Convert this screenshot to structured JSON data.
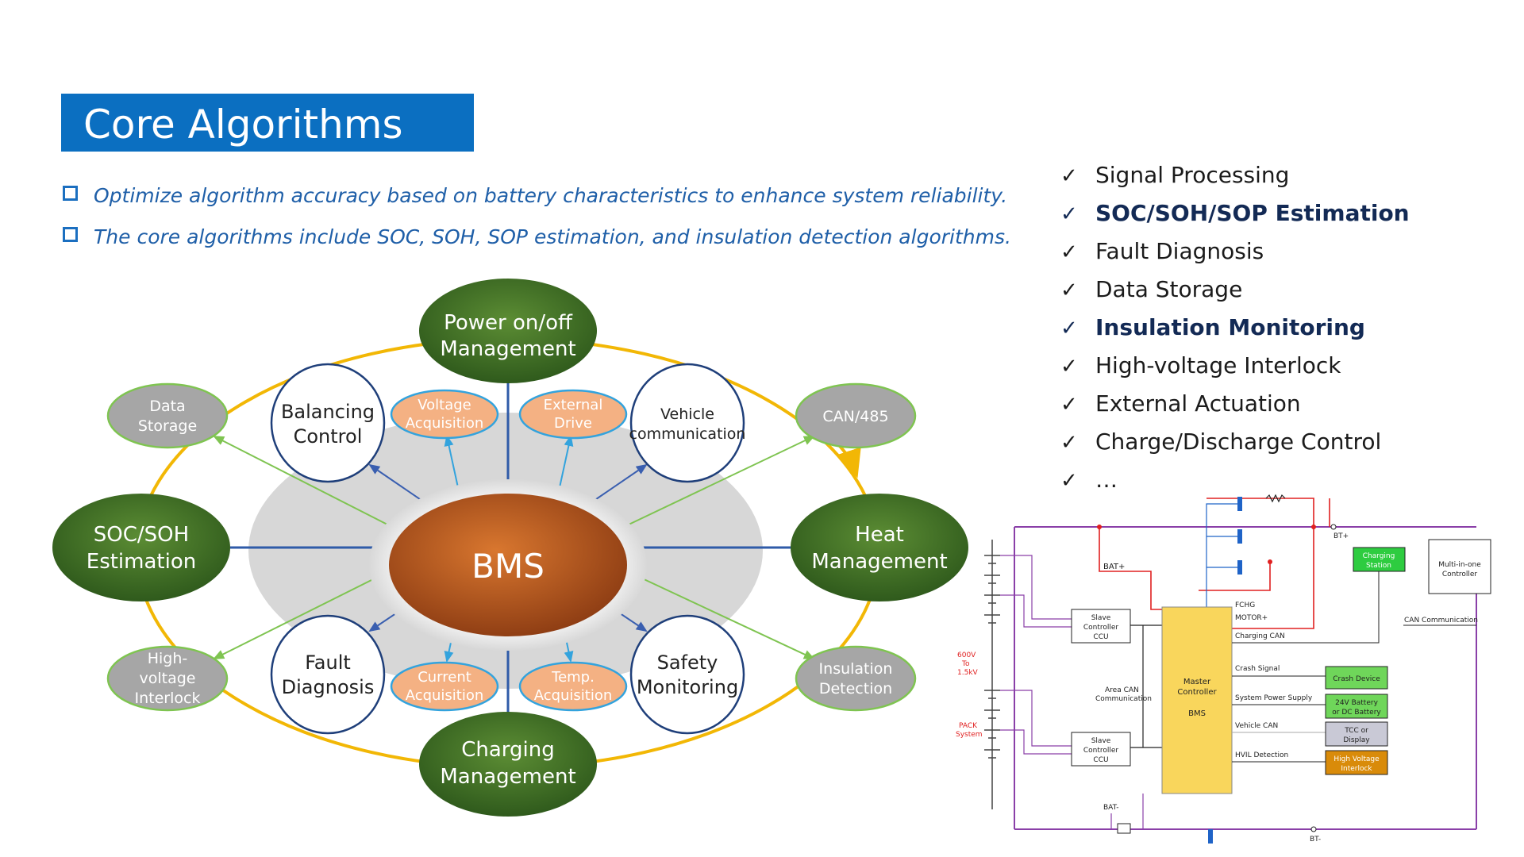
{
  "slide": {
    "title": "Core Algorithms",
    "bullets": [
      "Optimize algorithm accuracy based on battery characteristics to enhance system reliability.",
      "The core algorithms include SOC, SOH, SOP estimation, and insulation detection algorithms."
    ]
  },
  "checklist": {
    "mark": "✓",
    "items": [
      {
        "label": "Signal Processing",
        "bold": false
      },
      {
        "label": "SOC/SOH/SOP Estimation",
        "bold": true
      },
      {
        "label": "Fault Diagnosis",
        "bold": false
      },
      {
        "label": "Data Storage",
        "bold": false
      },
      {
        "label": "Insulation Monitoring",
        "bold": true
      },
      {
        "label": "High-voltage Interlock",
        "bold": false
      },
      {
        "label": "External Actuation",
        "bold": false
      },
      {
        "label": "Charge/Discharge Control",
        "bold": false
      },
      {
        "label": "…",
        "bold": false
      }
    ]
  },
  "bms_diagram": {
    "center": "BMS",
    "main_nodes": {
      "top_1": "Power on/off",
      "top_2": "Management",
      "left_1": "SOC/SOH",
      "left_2": "Estimation",
      "right_1": "Heat",
      "right_2": "Management",
      "bottom_1": "Charging",
      "bottom_2": "Management"
    },
    "outlined_nodes": {
      "balancing_1": "Balancing",
      "balancing_2": "Control",
      "vehicle_1": "Vehicle",
      "vehicle_2": "communication",
      "fault_1": "Fault",
      "fault_2": "Diagnosis",
      "safety_1": "Safety",
      "safety_2": "Monitoring"
    },
    "orange_nodes": {
      "voltage_1": "Voltage",
      "voltage_2": "Acquisition",
      "external_1": "External",
      "external_2": "Drive",
      "current_1": "Current",
      "current_2": "Acquisition",
      "temp_1": "Temp.",
      "temp_2": "Acquisition"
    },
    "gray_nodes": {
      "data_1": "Data",
      "data_2": "Storage",
      "can": "CAN/485",
      "hv_1": "High-",
      "hv_2": "voltage",
      "hv_3": "Interlock",
      "insulation_1": "Insulation",
      "insulation_2": "Detection"
    },
    "colors": {
      "green": "#3f6b26",
      "orange_center": "#c05a1f",
      "orange_light": "#f4b183",
      "gray": "#a6a6a6",
      "ring": "#f2b705",
      "blue_outline": "#1f3f7a"
    }
  },
  "circuit": {
    "bat_plus": "BAT+",
    "bat_minus": "BAT-",
    "bt_plus": "BT+",
    "bt_minus": "BT-",
    "fchg": "FCHG",
    "motor": "MOTOR+",
    "charging_can": "Charging CAN",
    "crash_signal": "Crash Signal",
    "system_power": "System Power Supply",
    "vehicle_can": "Vehicle CAN",
    "hvil": "HVIL Detection",
    "can_comm": "CAN Communication",
    "area_can_1": "Area CAN",
    "area_can_2": "Communication",
    "voltage_1": "600V",
    "voltage_2": "To",
    "voltage_3": "1.5kV",
    "pack_1": "PACK",
    "pack_2": "System",
    "slave_1": "Slave",
    "slave_2": "Controller",
    "slave_3": "CCU",
    "master_1": "Master",
    "master_2": "Controller",
    "master_3": "BMS",
    "charging_station_1": "Charging",
    "charging_station_2": "Station",
    "multi_1": "Multi-in-one",
    "multi_2": "Controller",
    "crash_device": "Crash Device",
    "battery_1": "24V Battery",
    "battery_2": "or DC Battery",
    "tcc_1": "TCC or",
    "tcc_2": "Display",
    "hvi_1": "High Voltage",
    "hvi_2": "Interlock"
  }
}
